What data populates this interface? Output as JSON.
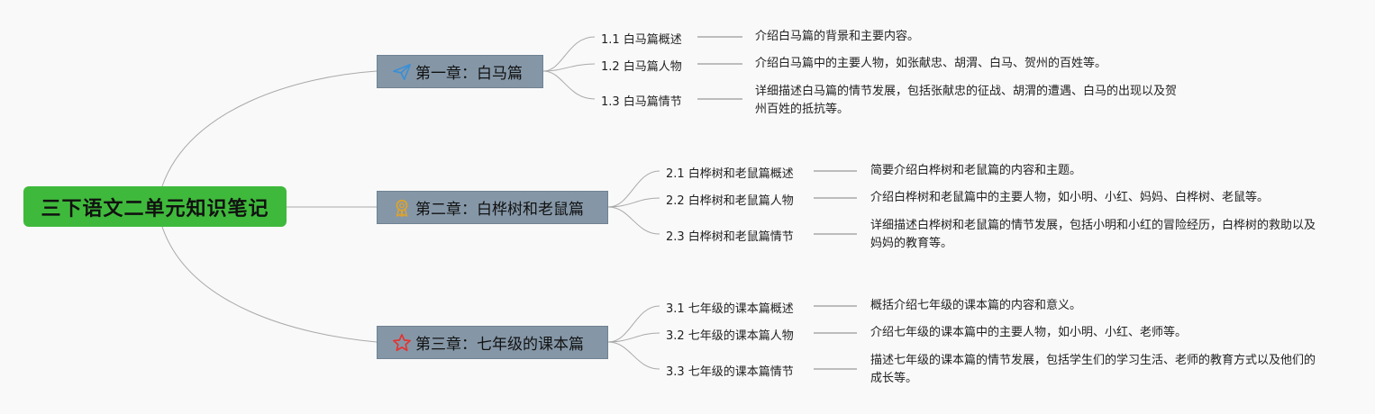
{
  "root": {
    "title": "三下语文二单元知识笔记"
  },
  "chapters": [
    {
      "title": "第一章：白马篇",
      "icon": "paper-plane-icon",
      "sections": [
        {
          "label": "1.1 白马篇概述",
          "desc": "介绍白马篇的背景和主要内容。"
        },
        {
          "label": "1.2 白马篇人物",
          "desc": "介绍白马篇中的主要人物，如张献忠、胡渭、白马、贺州的百姓等。"
        },
        {
          "label": "1.3 白马篇情节",
          "desc": "详细描述白马篇的情节发展，包括张献忠的征战、胡渭的遭遇、白马的出现以及贺州百姓的抵抗等。"
        }
      ]
    },
    {
      "title": "第二章：白桦树和老鼠篇",
      "icon": "medal-icon",
      "sections": [
        {
          "label": "2.1 白桦树和老鼠篇概述",
          "desc": "简要介绍白桦树和老鼠篇的内容和主题。"
        },
        {
          "label": "2.2 白桦树和老鼠篇人物",
          "desc": "介绍白桦树和老鼠篇中的主要人物，如小明、小红、妈妈、白桦树、老鼠等。"
        },
        {
          "label": "2.3 白桦树和老鼠篇情节",
          "desc": "详细描述白桦树和老鼠篇的情节发展，包括小明和小红的冒险经历，白桦树的救助以及妈妈的教育等。"
        }
      ]
    },
    {
      "title": "第三章：七年级的课本篇",
      "icon": "star-icon",
      "sections": [
        {
          "label": "3.1 七年级的课本篇概述",
          "desc": "概括介绍七年级的课本篇的内容和意义。"
        },
        {
          "label": "3.2 七年级的课本篇人物",
          "desc": "介绍七年级的课本篇中的主要人物，如小明、小红、老师等。"
        },
        {
          "label": "3.3 七年级的课本篇情节",
          "desc": "描述七年级的课本篇的情节发展，包括学生们的学习生活、老师的教育方式以及他们的成长等。"
        }
      ]
    }
  ],
  "colors": {
    "root_fill": "#3fb93b",
    "chapter_fill": "#8597a7",
    "link": "#a9a9a9",
    "plane_icon": "#3a8fd6",
    "medal_icon": "#e0a328",
    "star_icon": "#e5322d"
  }
}
